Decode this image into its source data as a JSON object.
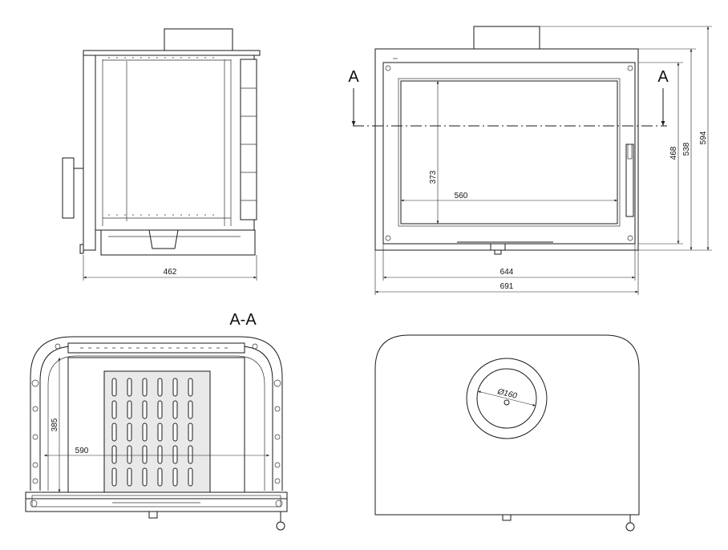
{
  "dimensions": {
    "side_depth": "462",
    "front_inner_width": "644",
    "front_outer_width": "691",
    "glass_width": "560",
    "glass_height": "373",
    "height_468": "468",
    "height_538": "538",
    "height_594": "594",
    "section_width": "590",
    "section_depth": "385",
    "flue_diameter": "Ø160"
  },
  "labels": {
    "section_marker_left": "A",
    "section_marker_right": "A",
    "section_title": "A-A"
  }
}
